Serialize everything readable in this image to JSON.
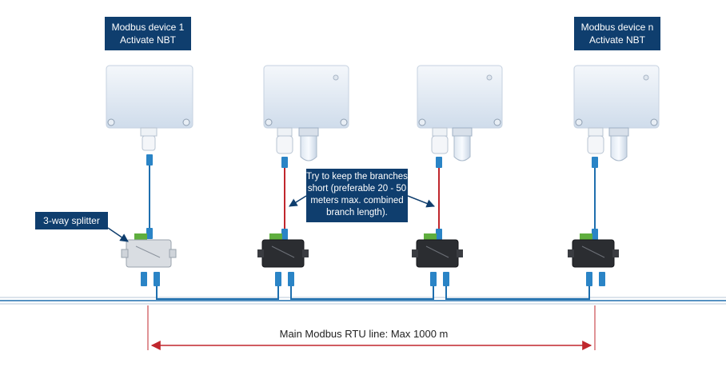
{
  "devices": {
    "first_label": [
      "Modbus device 1",
      "Activate NBT"
    ],
    "last_label": [
      "Modbus device n",
      "Activate NBT"
    ]
  },
  "callouts": {
    "splitter": "3-way splitter",
    "branch": [
      "Try to keep the branches",
      "short (preferable 20 - 50",
      "meters max. combined",
      "branch length)."
    ]
  },
  "main_line": {
    "label": "Main Modbus RTU line: Max 1000 m"
  },
  "colors": {
    "label_bg": "#0f3e6e",
    "branch_normal": "#1f6fae",
    "branch_long": "#c0272d",
    "bus_line": "#1f6fae",
    "dimension_arrow": "#c0272d"
  }
}
